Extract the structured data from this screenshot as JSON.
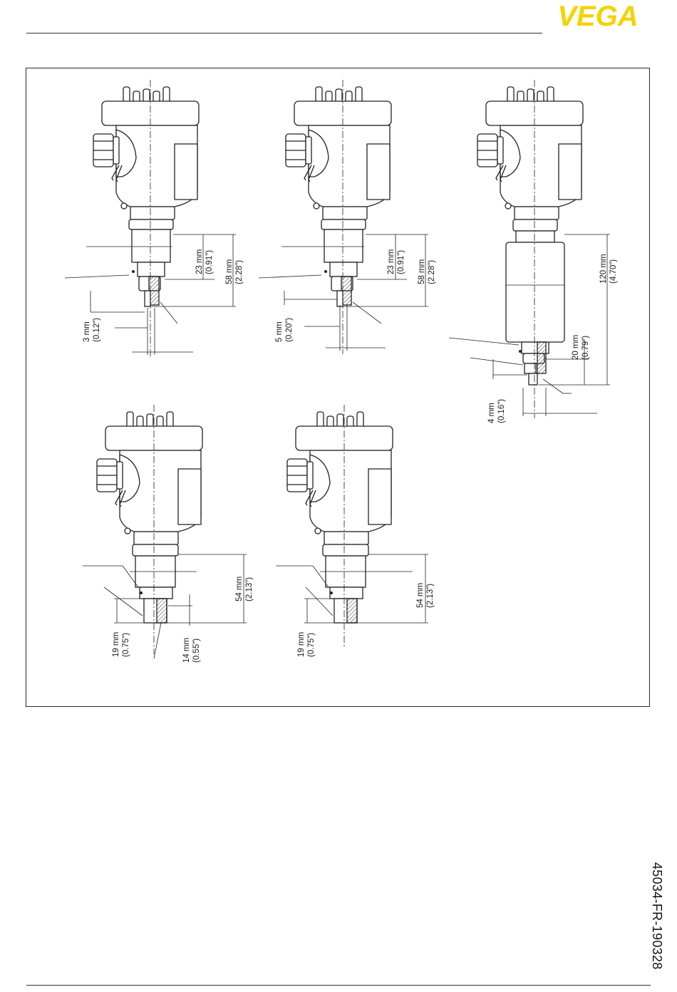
{
  "header": {
    "brand": "VEGA",
    "brand_color": "#f5d200"
  },
  "footer": {
    "document_id": "45034-FR-190328"
  },
  "drawings": [
    {
      "id": "sensor-1",
      "dims": [
        {
          "mm": "23 mm",
          "in": "(0.91\")"
        },
        {
          "mm": "58 mm",
          "in": "(2.28\")"
        },
        {
          "mm": "3 mm",
          "in": "(0.12\")"
        }
      ]
    },
    {
      "id": "sensor-2",
      "dims": [
        {
          "mm": "23 mm",
          "in": "(0.91\")"
        },
        {
          "mm": "58 mm",
          "in": "(2.28\")"
        },
        {
          "mm": "5 mm",
          "in": "(0.20\")"
        }
      ]
    },
    {
      "id": "sensor-3",
      "dims": [
        {
          "mm": "120 mm",
          "in": "(4.70\")"
        },
        {
          "mm": "20 mm",
          "in": "(0.79\")"
        },
        {
          "mm": "4 mm",
          "in": "(0.16\")"
        }
      ]
    },
    {
      "id": "sensor-4",
      "dims": [
        {
          "mm": "54 mm",
          "in": "(2.13\")"
        },
        {
          "mm": "19 mm",
          "in": "(0.75\")"
        },
        {
          "mm": "14 mm",
          "in": "(0.55\")"
        }
      ]
    },
    {
      "id": "sensor-5",
      "dims": [
        {
          "mm": "54 mm",
          "in": "(2.13\")"
        },
        {
          "mm": "19 mm",
          "in": "(0.75\")"
        }
      ]
    }
  ]
}
